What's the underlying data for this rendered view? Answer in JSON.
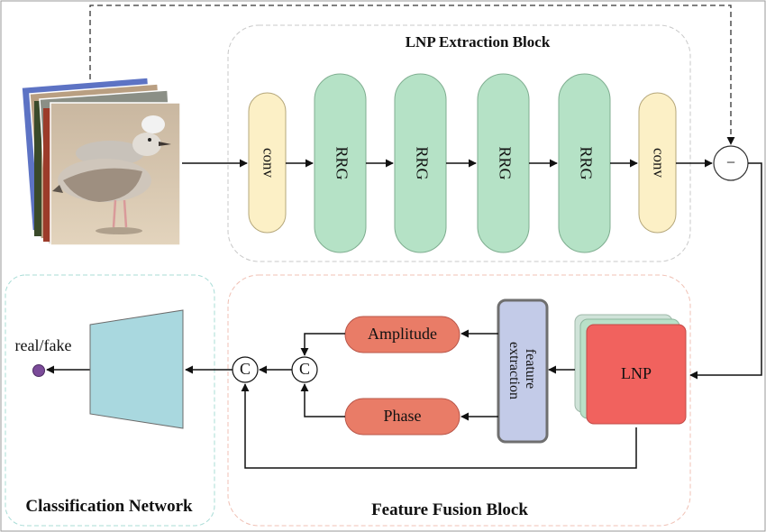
{
  "blocks": {
    "extraction_title": "LNP Extraction Block",
    "fusion_title": "Feature Fusion Block",
    "classification_title": "Classification Network"
  },
  "extraction": {
    "conv_label": "conv",
    "rrg_label": "RRG",
    "subtract_symbol": "−"
  },
  "fusion": {
    "lnp_label": "LNP",
    "feature_extraction_line1": "feature",
    "feature_extraction_line2": "extraction",
    "amplitude_label": "Amplitude",
    "phase_label": "Phase",
    "concat_symbol": "C"
  },
  "classification": {
    "output_label": "real/fake"
  },
  "colors": {
    "conv_fill": "#fcf0c6",
    "rrg_fill": "#b5e2c6",
    "amp_phase_fill": "#e97c67",
    "feature_ext_fill": "#c3cbe8",
    "lnp_fill": "#f1625e",
    "classifier_fill": "#a9d8df",
    "output_dot": "#7b4b99"
  }
}
